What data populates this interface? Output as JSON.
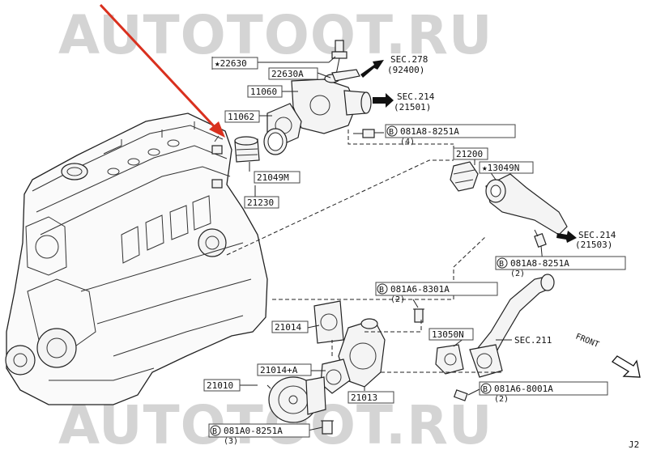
{
  "watermark": {
    "text": "AUTOTOOT.RU"
  },
  "page_code": "J2",
  "pointer_arrow_color": "#d9301e",
  "labels": {
    "p22630": "★22630",
    "p22630a": "22630A",
    "p11060": "11060",
    "p11062": "11062",
    "p21049m": "21049M",
    "p21230": "21230",
    "p21200": "21200",
    "p13049n": "★13049N",
    "p21014": "21014",
    "p13050n": "13050N",
    "p21014a": "21014+A",
    "p21010": "21010",
    "p21013": "21013",
    "sec211": "SEC.211"
  },
  "sec_refs": {
    "sec278": {
      "line1": "SEC.278",
      "line2": "(92400)"
    },
    "sec214a": {
      "line1": "SEC.214",
      "line2": "(21501)"
    },
    "sec214b": {
      "line1": "SEC.214",
      "line2": "(21503)"
    }
  },
  "bolts": {
    "b1": {
      "code": "081A8-8251A",
      "qty": "(4)"
    },
    "b2": {
      "code": "081A8-8251A",
      "qty": "(2)"
    },
    "b3": {
      "code": "081A6-8301A",
      "qty": "(2)"
    },
    "b4": {
      "code": "081A6-8001A",
      "qty": "(2)"
    },
    "b5": {
      "code": "081A0-8251A",
      "qty": "(3)"
    }
  },
  "bolt_symbol": "B",
  "front": "FRONT"
}
